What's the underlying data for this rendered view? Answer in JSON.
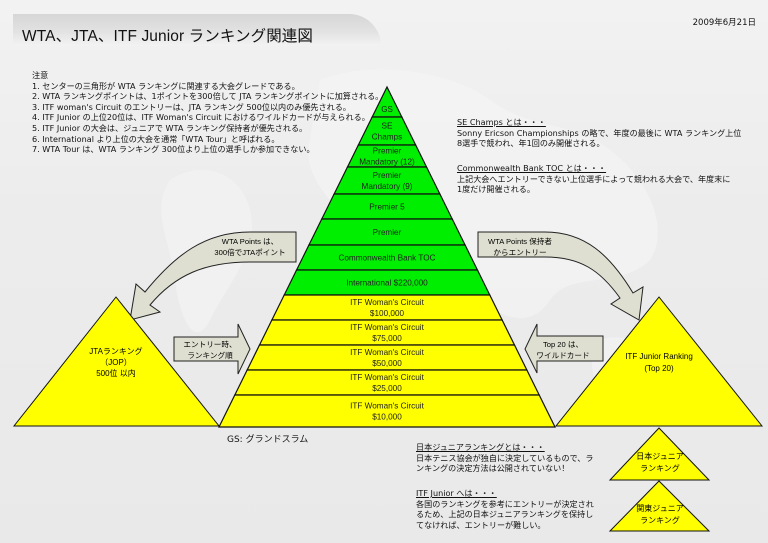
{
  "header": {
    "title": "WTA、JTA、ITF Junior ランキング関連図",
    "date": "2009年6月21日"
  },
  "notes": {
    "heading": "注意",
    "items": [
      "1. センターの三角形が WTA ランキングに関連する大会グレードである。",
      "2. WTA ランキングポイントは、1ポイントを300倍して JTA ランキングポイントに加算される。",
      "3. ITF woman's Circuit のエントリーは、JTA ランキング 500位以内のみ優先される。",
      "4. ITF Junior の上位20位は、ITF Woman's Circuit におけるワイルドカードが与えられる。",
      "5. ITF Junior の大会は、ジュニアで WTA ランキング保持者が優先される。",
      "6. International より上位の大会を通常「WTA Tour」と呼ばれる。",
      "7. WTA Tour は、WTA ランキング 300位より上位の選手しか参加できない。"
    ]
  },
  "pyramid": {
    "colors": {
      "wta": "#00ee00",
      "itf": "#ffff00",
      "outline": "#111111"
    },
    "tiers": [
      {
        "lines": [
          "GS"
        ],
        "group": "wta"
      },
      {
        "lines": [
          "SE",
          "Champs"
        ],
        "group": "wta"
      },
      {
        "lines": [
          "Premier",
          "Mandatory (12)"
        ],
        "group": "wta"
      },
      {
        "lines": [
          "Premier",
          "Mandatory (9)"
        ],
        "group": "wta"
      },
      {
        "lines": [
          "Premier 5"
        ],
        "group": "wta"
      },
      {
        "lines": [
          "Premier"
        ],
        "group": "wta"
      },
      {
        "lines": [
          "Commonwealth Bank TOC"
        ],
        "group": "wta"
      },
      {
        "lines": [
          "International $220,000"
        ],
        "group": "wta"
      },
      {
        "lines": [
          "ITF Woman's Circuit",
          "$100,000"
        ],
        "group": "itf"
      },
      {
        "lines": [
          "ITF Woman's Circuit",
          "$75,000"
        ],
        "group": "itf"
      },
      {
        "lines": [
          "ITF Woman's Circuit",
          "$50,000"
        ],
        "group": "itf"
      },
      {
        "lines": [
          "ITF Woman's Circuit",
          "$25,000"
        ],
        "group": "itf"
      },
      {
        "lines": [
          "ITF Woman's Circuit",
          "$10,000"
        ],
        "group": "itf"
      }
    ],
    "footnote": "GS: グランドスラム"
  },
  "side_triangles": {
    "jta": {
      "lines": [
        "JTAランキング",
        "（JOP）",
        "500位 以内"
      ]
    },
    "itf_junior": {
      "lines": [
        "ITF Junior Ranking",
        "(Top 20)"
      ]
    },
    "japan_junior": {
      "lines": [
        "日本ジュニア",
        "ランキング"
      ]
    },
    "kanto_junior": {
      "lines": [
        "関東ジュニア",
        "ランキング"
      ]
    }
  },
  "arrows": {
    "wta_to_jta": {
      "lines": [
        "WTA Points は、",
        "300倍でJTAポイント"
      ]
    },
    "wta_to_itf_junior": {
      "lines": [
        "WTA Points 保持者",
        "からエントリー"
      ]
    },
    "jta_entry": {
      "lines": [
        "エントリー時、",
        "ランキング順"
      ]
    },
    "top20_wildcard": {
      "lines": [
        "Top 20 は、",
        "ワイルドカード"
      ]
    },
    "fill": "#dedfd0"
  },
  "explanations": {
    "se_champs": {
      "head": "SE Champs とは・・・",
      "lines": [
        "Sonny Ericson Championships の略で、年度の最後に WTA ランキング上位",
        "8選手で競われ、年1回のみ開催される。"
      ]
    },
    "cb_toc": {
      "head": "Commonwealth Bank TOC とは・・・",
      "lines": [
        "上記大会へエントリーできない上位選手によって競われる大会で、年度末に",
        "1度だけ開催される。"
      ]
    },
    "japan_junior": {
      "head": "日本ジュニアランキングとは・・・",
      "lines": [
        "日本テニス協会が独自に決定しているもので、ラ",
        "ンキングの決定方法は公開されていない！"
      ]
    },
    "itf_junior": {
      "head": "ITF Junior へは・・・",
      "lines": [
        "各国のランキングを参考にエントリーが決定され",
        "るため、上記の日本ジュニアランキングを保持し",
        "てなければ、エントリーが難しい。"
      ]
    }
  }
}
